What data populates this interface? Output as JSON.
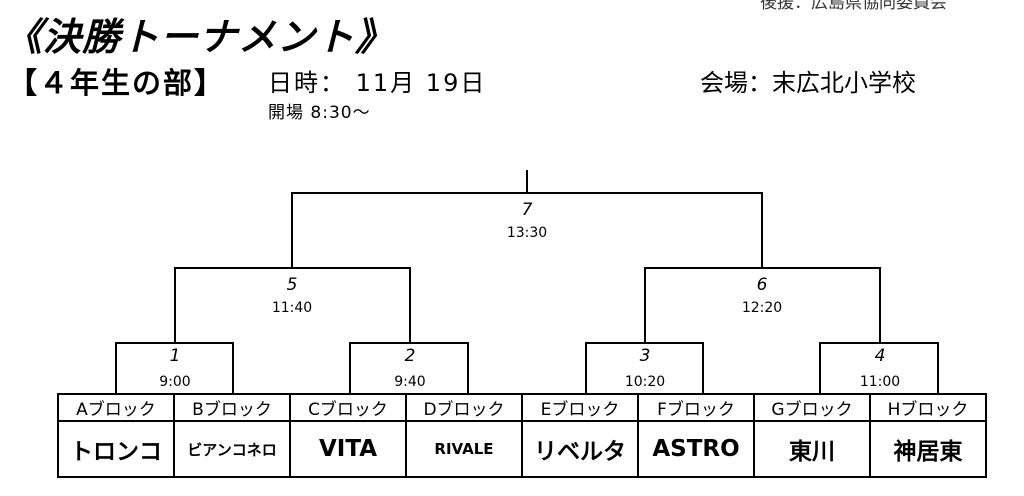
{
  "header": {
    "sponsor": "後援：広島県協同委員会",
    "title": "《決勝トーナメント》",
    "division": "【４年生の部】",
    "date": "日時：  11月   19日",
    "opening": "開場      8:30～",
    "venue": "会場：末広北小学校"
  },
  "matches": [
    {
      "no": "1",
      "time": "9:00"
    },
    {
      "no": "2",
      "time": "9:40"
    },
    {
      "no": "3",
      "time": "10:20"
    },
    {
      "no": "4",
      "time": "11:00"
    },
    {
      "no": "5",
      "time": "11:40"
    },
    {
      "no": "6",
      "time": "12:20"
    },
    {
      "no": "7",
      "time": "13:30"
    }
  ],
  "blocks": [
    "Aブロック",
    "Bブロック",
    "Cブロック",
    "Dブロック",
    "Eブロック",
    "Fブロック",
    "Gブロック",
    "Hブロック"
  ],
  "teams": [
    "トロンコ",
    "ビアンコネロ",
    "VITA",
    "RIVALE",
    "リベルタ",
    "ASTRO",
    "東川",
    "神居東"
  ]
}
